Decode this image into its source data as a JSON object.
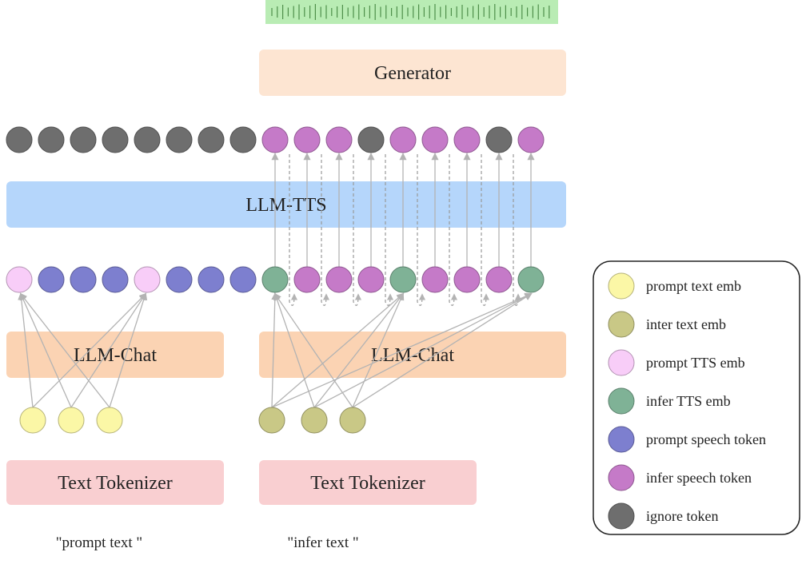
{
  "blocks": {
    "generator": "Generator",
    "llm_tts": "LLM-TTS",
    "llm_chat_left": "LLM-Chat",
    "llm_chat_right": "LLM-Chat",
    "tokenizer_left": "Text Tokenizer",
    "tokenizer_right": "Text Tokenizer"
  },
  "captions": {
    "left": "\"prompt text \"",
    "right": "\"infer text \""
  },
  "legend": [
    {
      "key": "prompt_text_emb",
      "label": "prompt text emb",
      "color": "#fbf7a6"
    },
    {
      "key": "inter_text_emb",
      "label": "inter text emb",
      "color": "#c9c886"
    },
    {
      "key": "prompt_tts_emb",
      "label": "prompt TTS emb",
      "color": "#f8cdf8"
    },
    {
      "key": "infer_tts_emb",
      "label": "infer TTS emb",
      "color": "#7fb296"
    },
    {
      "key": "prompt_speech_token",
      "label": "prompt speech token",
      "color": "#7d7fcf"
    },
    {
      "key": "infer_speech_token",
      "label": "infer speech token",
      "color": "#c57ac8"
    },
    {
      "key": "ignore_token",
      "label": "ignore token",
      "color": "#6e6e6e"
    }
  ],
  "colors": {
    "generator_block": "#fde5d2",
    "llm_tts_block": "#b5d6fb",
    "llm_chat_block": "#fbd3b3",
    "tokenizer_block": "#f9cfd1",
    "waveform": "#b9ecb4",
    "arrow": "#b3b3b3"
  },
  "rows": {
    "output_tokens": [
      "ignore_token",
      "ignore_token",
      "ignore_token",
      "ignore_token",
      "ignore_token",
      "ignore_token",
      "ignore_token",
      "ignore_token",
      "infer_speech_token",
      "infer_speech_token",
      "infer_speech_token",
      "ignore_token",
      "infer_speech_token",
      "infer_speech_token",
      "infer_speech_token",
      "ignore_token",
      "infer_speech_token"
    ],
    "input_tokens": [
      "prompt_tts_emb",
      "prompt_speech_token",
      "prompt_speech_token",
      "prompt_speech_token",
      "prompt_tts_emb",
      "prompt_speech_token",
      "prompt_speech_token",
      "prompt_speech_token",
      "infer_tts_emb",
      "infer_speech_token",
      "infer_speech_token",
      "infer_speech_token",
      "infer_tts_emb",
      "infer_speech_token",
      "infer_speech_token",
      "infer_speech_token",
      "infer_tts_emb"
    ],
    "text_left": [
      "prompt_text_emb",
      "prompt_text_emb",
      "prompt_text_emb"
    ],
    "text_right": [
      "inter_text_emb",
      "inter_text_emb",
      "inter_text_emb"
    ]
  }
}
